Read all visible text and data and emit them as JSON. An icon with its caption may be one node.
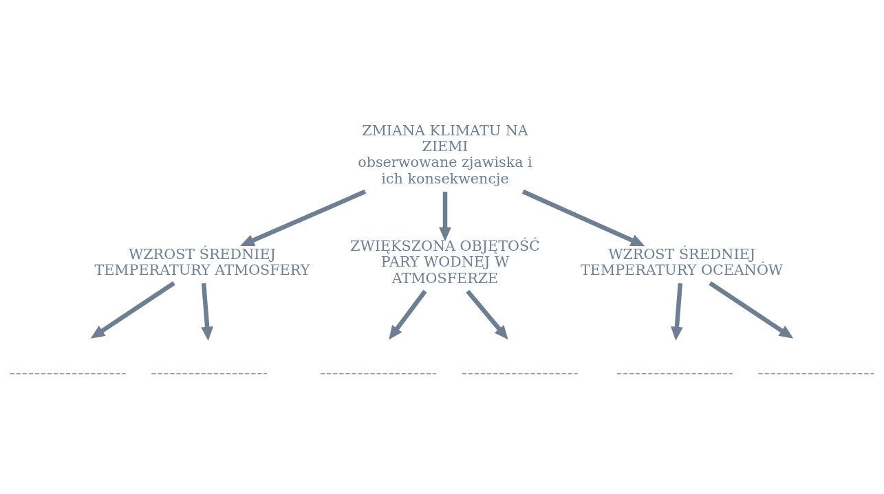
{
  "diagram": {
    "nodes": [
      {
        "text": [
          "ZMIANA KLIMATU NA ZIEMI",
          "obserwowane zjawiska i ich konsekwencje"
        ]
      },
      {
        "text": [
          "WZROST ŚREDNIEJ TEMPERATURY ATMOSFERY"
        ]
      },
      {
        "text": [
          "ZWIĘKSZONA OBJĘTOŚĆ PARY WODNEJ W ATMOSFERZE"
        ]
      },
      {
        "text": [
          "WZROST ŚREDNIEJ TEMPERATURY OCEANÓW"
        ]
      },
      {
        "text": [],
        "shape": "line"
      },
      {
        "text": [],
        "shape": "line"
      },
      {
        "text": [],
        "shape": "line"
      },
      {
        "text": [],
        "shape": "line"
      },
      {
        "text": [],
        "shape": "line"
      },
      {
        "text": [],
        "shape": "line"
      }
    ],
    "edges": [
      {
        "from": 0,
        "to": 1,
        "arrow": "to"
      },
      {
        "from": 0,
        "to": 2,
        "arrow": "to"
      },
      {
        "from": 0,
        "to": 3,
        "arrow": "to"
      },
      {
        "from": 1,
        "to": 4,
        "arrow": "to"
      },
      {
        "from": 1,
        "to": 5,
        "arrow": "to"
      },
      {
        "from": 2,
        "to": 6,
        "arrow": "to"
      },
      {
        "from": 2,
        "to": 7,
        "arrow": "to"
      },
      {
        "from": 3,
        "to": 8,
        "arrow": "to"
      },
      {
        "from": 3,
        "to": 9,
        "arrow": "to"
      }
    ]
  }
}
